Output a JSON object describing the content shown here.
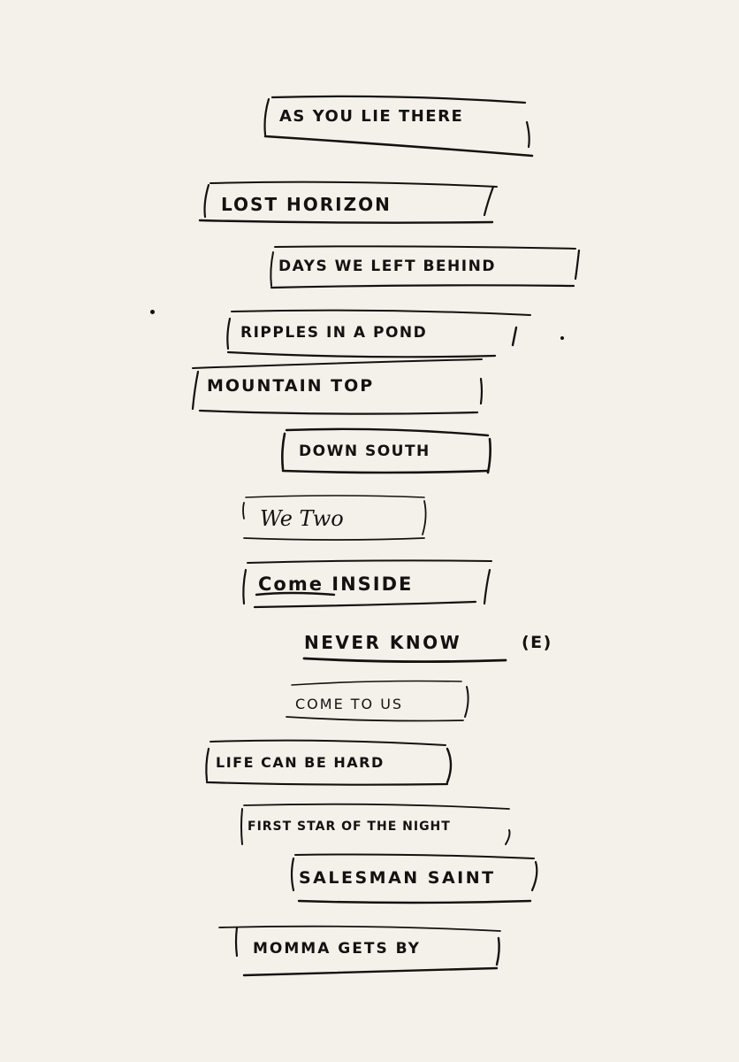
{
  "setlist": {
    "songs": [
      {
        "title": "AS YOU LIE THERE"
      },
      {
        "title": "LOST HORIZON"
      },
      {
        "title": "DAYS WE LEFT BEHIND"
      },
      {
        "title": "RIPPLES IN A POND"
      },
      {
        "title": "MOUNTAIN TOP"
      },
      {
        "title": "DOWN SOUTH"
      },
      {
        "title": "We Two"
      },
      {
        "title": "Come INSIDE"
      },
      {
        "title": "NEVER KNOW"
      },
      {
        "title": "COME TO US"
      },
      {
        "title": "LIFE CAN BE HARD"
      },
      {
        "title": "FIRST STAR OF THE NIGHT"
      },
      {
        "title": "SALESMAN SAINT"
      },
      {
        "title": "MOMMA GETS BY"
      }
    ],
    "annotations": {
      "never_know_note": "(E)"
    }
  }
}
